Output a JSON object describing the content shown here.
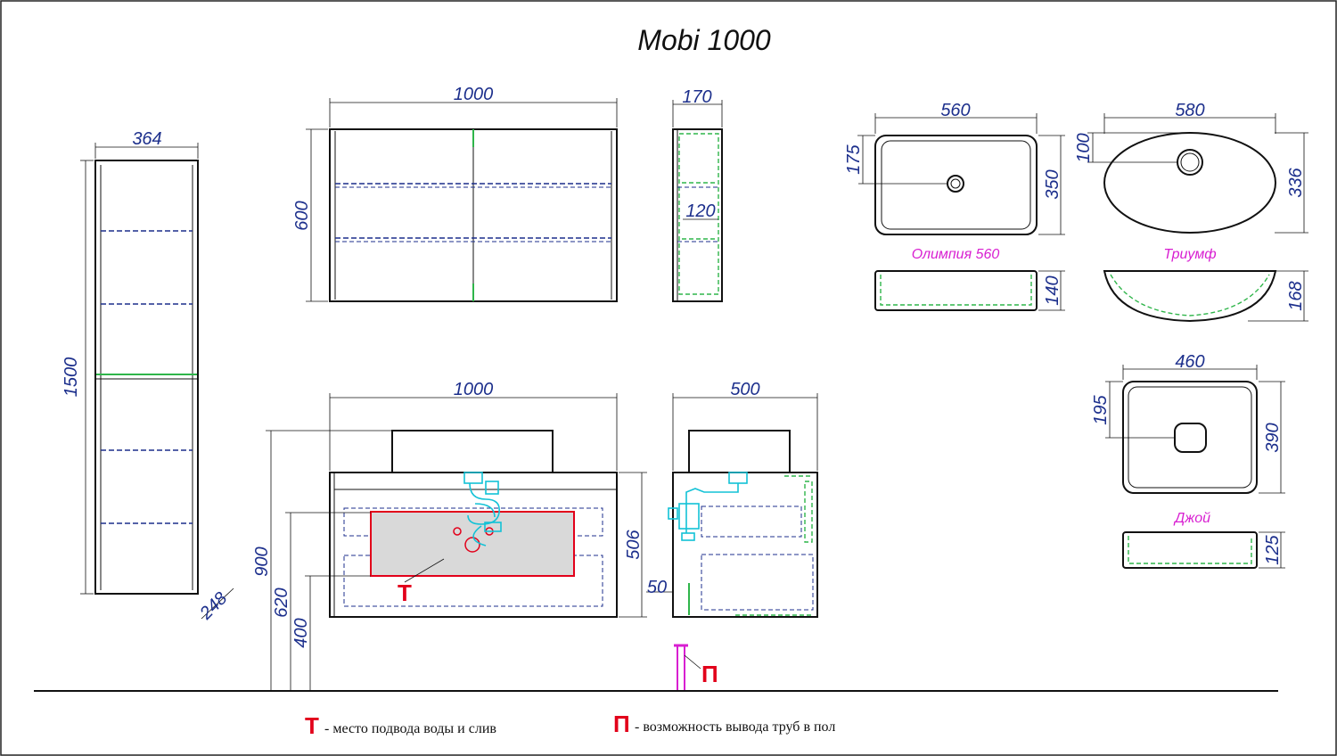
{
  "title": "Mobi 1000",
  "dimensions": {
    "column_width": "364",
    "column_height": "1500",
    "column_depth": "248",
    "mirror_width": "1000",
    "mirror_height": "600",
    "mirror_depth": "170",
    "mirror_shelf": "120",
    "vanity_width": "1000",
    "vanity_depth": "500",
    "vanity_height": "506",
    "vanity_gap": "50",
    "height_top": "900",
    "height_pipes": "620",
    "height_bottom": "400",
    "olimpia_width": "560",
    "olimpia_drain": "175",
    "olimpia_depth": "350",
    "olimpia_height": "140",
    "triumf_width": "580",
    "triumf_drain": "100",
    "triumf_depth": "336",
    "triumf_height": "168",
    "joy_width": "460",
    "joy_drain": "195",
    "joy_depth": "390",
    "joy_height": "125"
  },
  "sinks": {
    "olimpia": "Олимпия 560",
    "triumf": "Триумф",
    "joy": "Джой"
  },
  "markers": {
    "t_label": "Т",
    "p_label": "П"
  },
  "legend": {
    "t_mark": "Т",
    "t_text": "- место подвода воды и слив",
    "p_mark": "П",
    "p_text": "- возможность вывода труб в пол"
  },
  "colors": {
    "dimension": "#1c2f8c",
    "sink_label": "#d81fd1",
    "marker": "#e2001a",
    "hidden_line": "#2fb54a",
    "pipes": "#12c2d6"
  }
}
